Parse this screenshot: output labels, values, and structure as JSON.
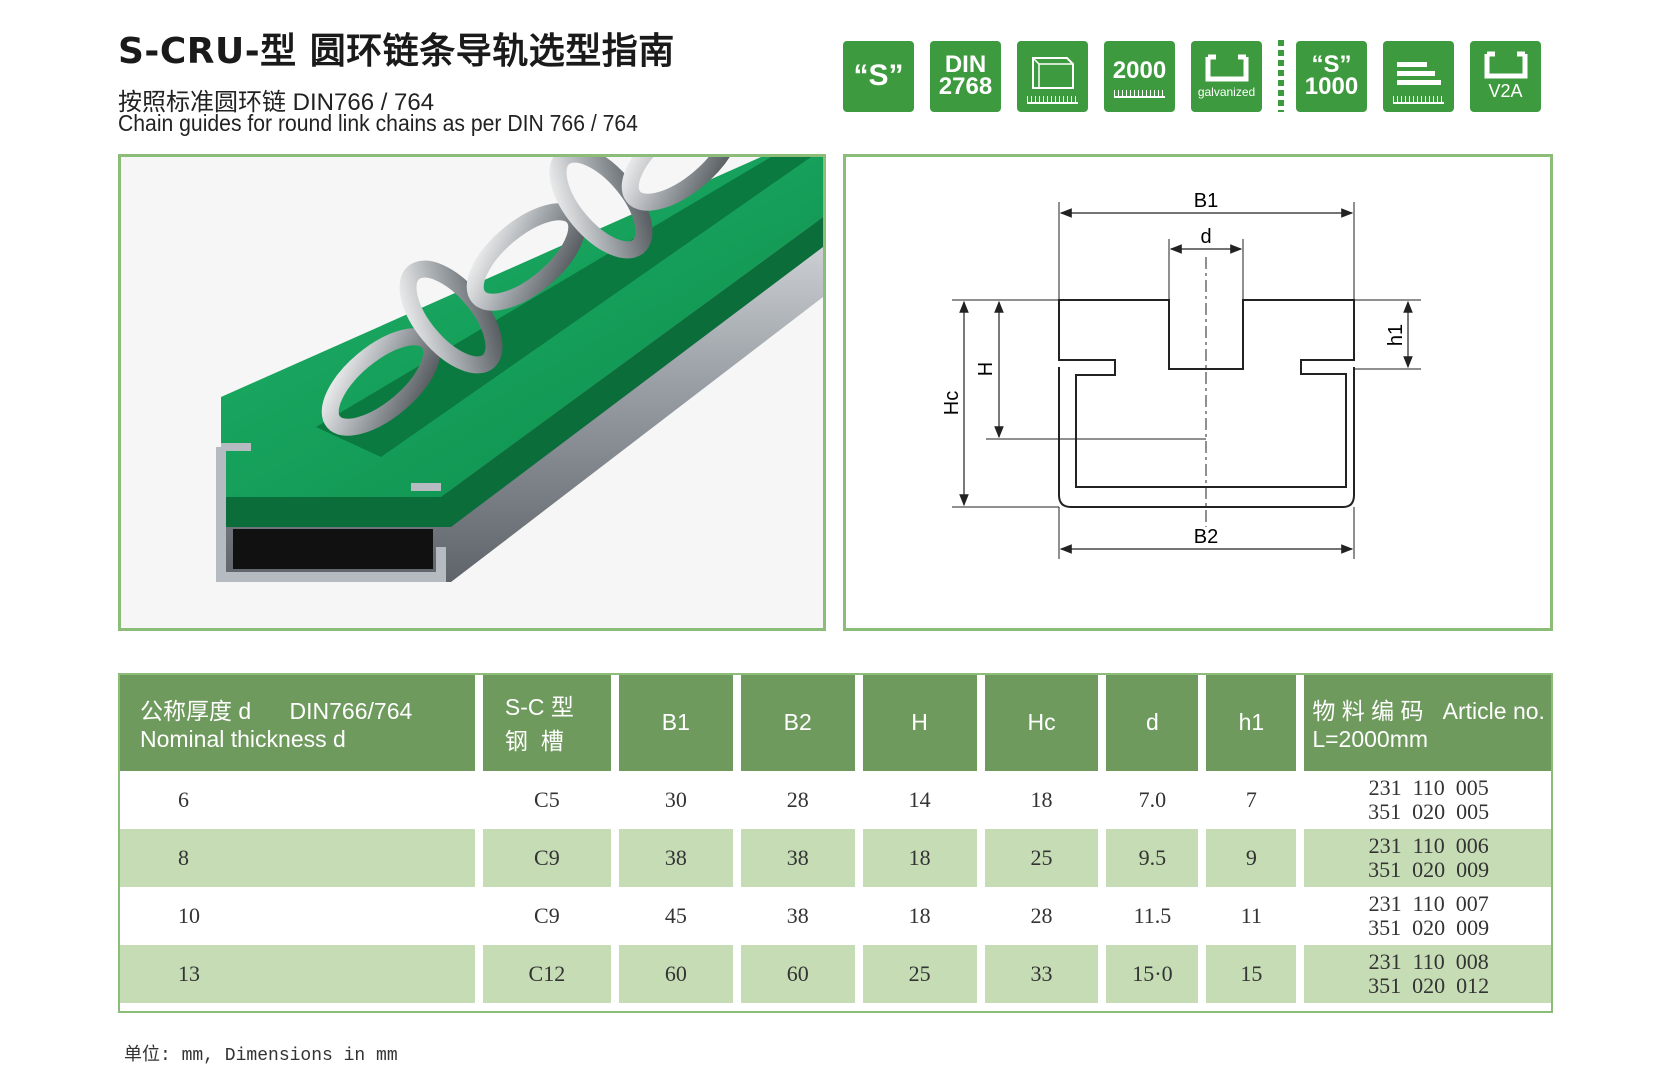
{
  "header": {
    "title": "S-CRU-型 圆环链条导轨选型指南",
    "subtitle_cn": "按照标准圆环链  DIN766 / 764",
    "subtitle_en": "Chain guides for round link chains as per DIN 766 / 764"
  },
  "badges": [
    {
      "label": "“S”",
      "icon": "s-quote-badge"
    },
    {
      "line1": "DIN",
      "line2": "2768",
      "icon": "din-2768-badge"
    },
    {
      "icon": "profile-ruler-badge"
    },
    {
      "label": "2000",
      "icon": "length-2000-badge"
    },
    {
      "label": "galvanized",
      "icon": "galvanized-channel-badge"
    },
    {
      "line1": "“S”",
      "line2": "1000",
      "icon": "s-1000-badge"
    },
    {
      "icon": "stacked-bars-badge"
    },
    {
      "label": "V2A",
      "icon": "v2a-channel-badge"
    }
  ],
  "drawing": {
    "labels": {
      "b1": "B1",
      "b2": "B2",
      "d": "d",
      "h": "H",
      "hc": "Hc",
      "h1": "h1"
    }
  },
  "table": {
    "headers": {
      "nominal_line1": "公称厚度 d      DIN766/764",
      "nominal_line2": "Nominal thickness d",
      "sc_line1": "S-C 型",
      "sc_line2": "钢  槽",
      "b1": "B1",
      "b2": "B2",
      "h": "H",
      "hc": "Hc",
      "d": "d",
      "h1": "h1",
      "article_line1": "物 料 编 码   Article no.",
      "article_line2": "L=2000mm"
    },
    "rows": [
      {
        "d_nom": "6",
        "sc": "C5",
        "b1": "30",
        "b2": "28",
        "h": "14",
        "hc": "18",
        "d": "7.0",
        "h1": "7",
        "art1": "231  110  005",
        "art2": "351  020  005"
      },
      {
        "d_nom": "8",
        "sc": "C9",
        "b1": "38",
        "b2": "38",
        "h": "18",
        "hc": "25",
        "d": "9.5",
        "h1": "9",
        "art1": "231  110  006",
        "art2": "351  020  009"
      },
      {
        "d_nom": "10",
        "sc": "C9",
        "b1": "45",
        "b2": "38",
        "h": "18",
        "hc": "28",
        "d": "11.5",
        "h1": "11",
        "art1": "231  110  007",
        "art2": "351  020  009"
      },
      {
        "d_nom": "13",
        "sc": "C12",
        "b1": "60",
        "b2": "60",
        "h": "25",
        "hc": "33",
        "d": "15·0",
        "h1": "15",
        "art1": "231  110  008",
        "art2": "351  020  012"
      }
    ]
  },
  "footnote": "单位: mm, Dimensions in mm",
  "colors": {
    "green": "#3e9a3e",
    "header_green": "#6f9a5d",
    "row_green": "#c5dcb5",
    "frame": "#8bbd79",
    "guide_green": "#12a05a"
  }
}
